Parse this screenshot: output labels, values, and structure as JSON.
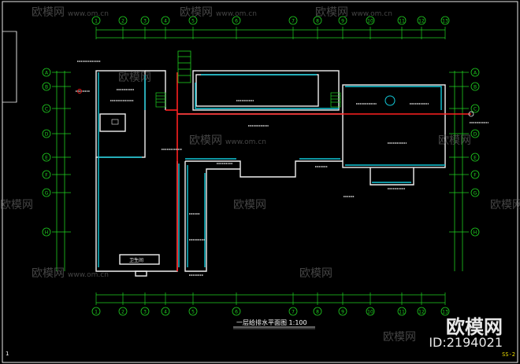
{
  "drawing": {
    "title": "一层给排水平面图 1:100",
    "sheet_number": "SS-2",
    "corner_mark": "1",
    "room_label": "卫生间",
    "colors": {
      "background": "#000000",
      "axis": "#1fd020",
      "wall": "#ffffff",
      "water_supply": "#ff2020",
      "drain": "#12c8d8",
      "dim": "#e0e000",
      "text": "#ffffff"
    }
  },
  "grid": {
    "columns": [
      "1",
      "2",
      "3",
      "4",
      "5",
      "6",
      "7",
      "8",
      "9",
      "10",
      "11",
      "12",
      "13"
    ],
    "rows": [
      "A",
      "B",
      "C",
      "D",
      "E",
      "F",
      "G",
      "H"
    ]
  },
  "watermark": {
    "brand": "欧模网",
    "site": "www.om.cn",
    "id": "ID:2194021"
  }
}
